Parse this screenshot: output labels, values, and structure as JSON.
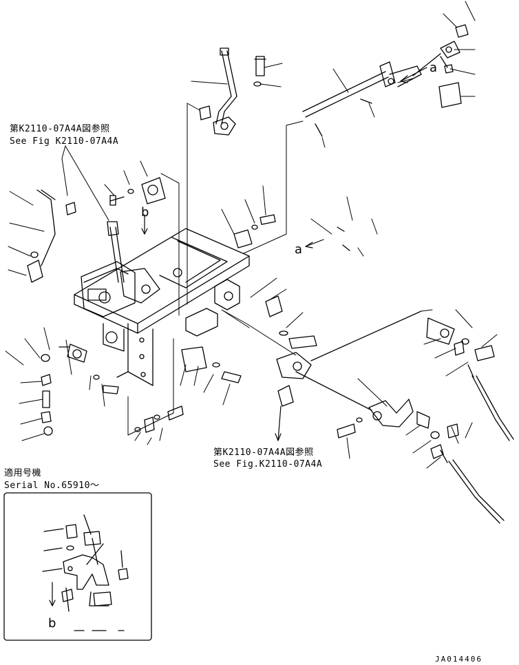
{
  "diagram": {
    "reference_note_1": {
      "japanese": "第K2110-07A4A図参照",
      "english": "See Fig K2110-07A4A"
    },
    "reference_note_2": {
      "japanese": "第K2110-07A4A図参照",
      "english": "See Fig.K2110-07A4A"
    },
    "applicability": {
      "japanese": "適用号機",
      "english": "Serial No.65910～"
    },
    "view_labels": {
      "a": "a",
      "b": "b"
    },
    "drawing_code": "JA014406"
  }
}
